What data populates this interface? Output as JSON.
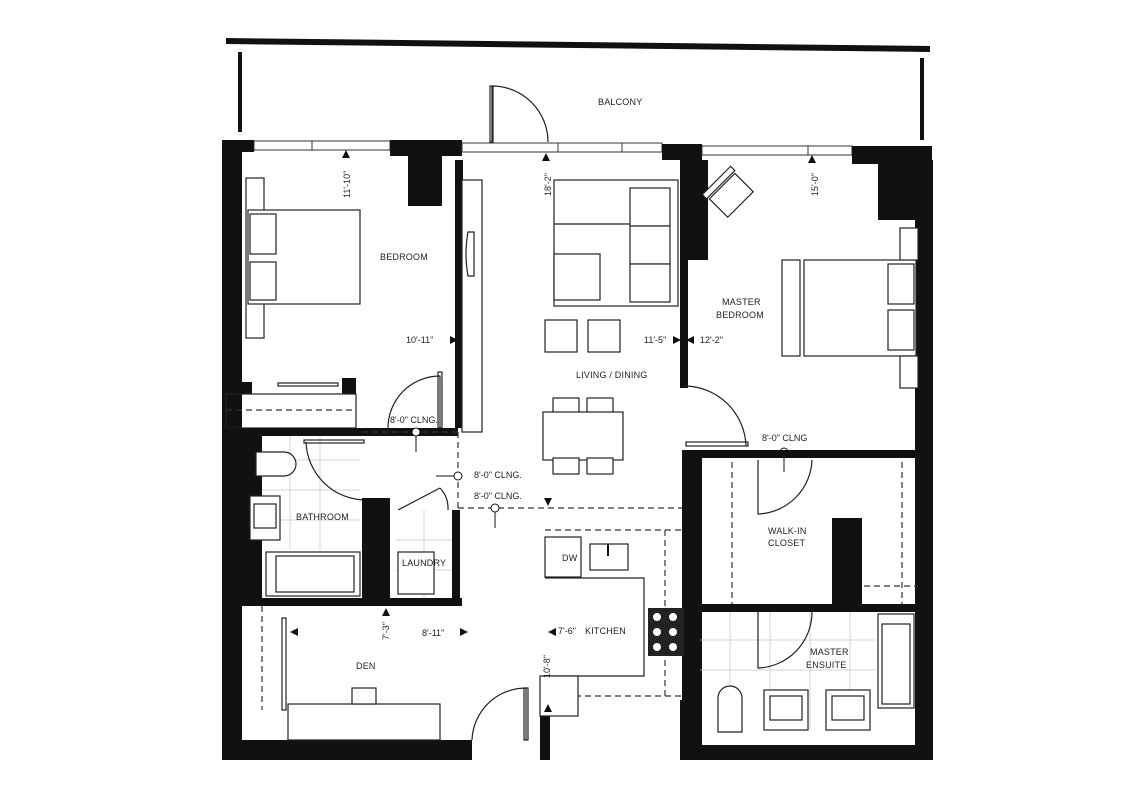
{
  "plan": {
    "rooms": {
      "balcony": "BALCONY",
      "bedroom": "BEDROOM",
      "living": "LIVING / DINING",
      "master_1": "MASTER",
      "master_2": "BEDROOM",
      "bathroom": "BATHROOM",
      "laundry": "LAUNDRY",
      "walkin_1": "WALK-IN",
      "walkin_2": "CLOSET",
      "ensuite_1": "MASTER",
      "ensuite_2": "ENSUITE",
      "kitchen": "KITCHEN",
      "den": "DEN",
      "dw": "DW"
    },
    "dimensions": {
      "bedroom_depth": "11'-10\"",
      "bedroom_width": "10'-11\"",
      "living_depth": "18'-2\"",
      "living_width": "11'-5\"",
      "master_depth": "15'-0\"",
      "master_width": "12'-2\"",
      "den_depth": "7'-3\"",
      "den_width": "8'-11\"",
      "kitchen_width": "7'-6\"",
      "kitchen_depth": "10'-8\""
    },
    "ceilings": {
      "hall_1": "8'-0\" CLNG.",
      "hall_2": "8'-0\" CLNG.",
      "hall_3": "8'-0\" CLNG.",
      "master_hall": "8'-0\" CLNG"
    }
  }
}
